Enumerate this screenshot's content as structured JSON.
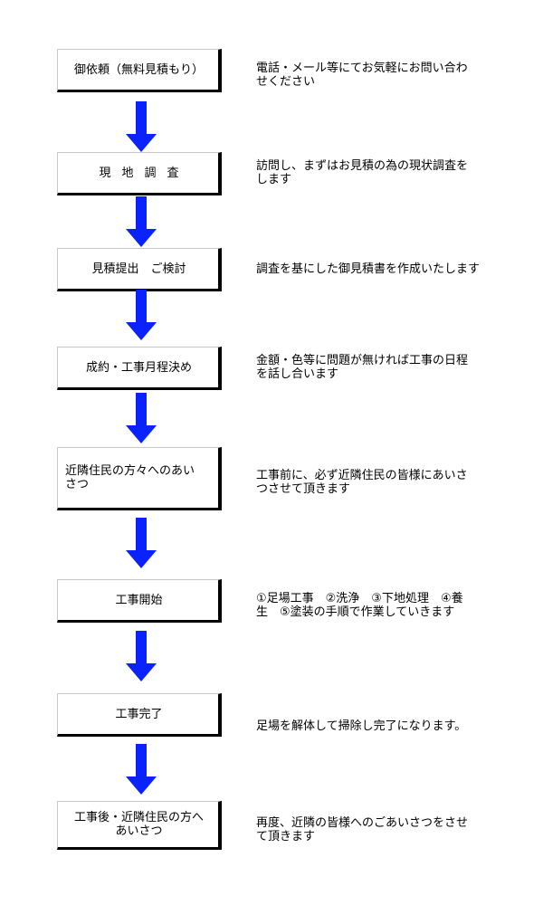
{
  "colors": {
    "arrow": "#0a22ff",
    "box_border": "#c8c8c8",
    "box_shadow": "#000000"
  },
  "steps": [
    {
      "label": "御依頼（無料見積もり）",
      "desc": "電話・メール等にてお気軽にお問い合わ\nせください"
    },
    {
      "label": "現地調査",
      "desc": "訪問し、まずはお見積の為の現状調査を\nします"
    },
    {
      "label": "見積提出　ご検討",
      "desc": "調査を基にした御見積書を作成いたします"
    },
    {
      "label": "成約・工事月程決め",
      "desc": "金額・色等に問題が無ければ工事の日程\nを話し合います"
    },
    {
      "label": "近隣住民の方々へのあい\nさつ",
      "desc": "工事前に、必ず近隣住民の皆様にあいさ\nつさせて頂きます"
    },
    {
      "label": "工事開始",
      "desc": "①足場工事　②洗浄　③下地処理　④養\n生　⑤塗装の手順で作業していきます"
    },
    {
      "label": "工事完了",
      "desc": "足場を解体して掃除し完了になります。"
    },
    {
      "label": "工事後・近隣住民の方へ\nあいさつ",
      "desc": "再度、近隣の皆様へのごあいさつをさせ\nて頂きます"
    }
  ]
}
